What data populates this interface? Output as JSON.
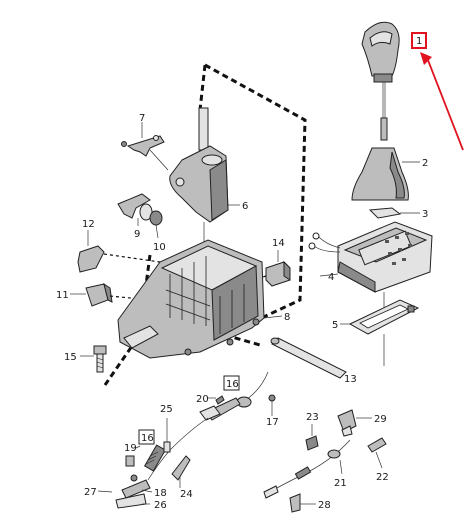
{
  "callouts": {
    "c1": "1",
    "c2": "2",
    "c3": "3",
    "c4": "4",
    "c5": "5",
    "c6": "6",
    "c7": "7",
    "c8": "8",
    "c9": "9",
    "c10": "10",
    "c11": "11",
    "c12": "12",
    "c13": "13",
    "c14": "14",
    "c15": "15",
    "c16a": "16",
    "c16b": "16",
    "c17": "17",
    "c18": "18",
    "c19": "19",
    "c20": "20",
    "c21": "21",
    "c22": "22",
    "c23": "23",
    "c24": "24",
    "c25": "25",
    "c26": "26",
    "c27": "27",
    "c28": "28",
    "c29": "29"
  },
  "colors": {
    "highlight": "#e0141e",
    "parts": "#bdbdbd",
    "lines": "#111111"
  }
}
